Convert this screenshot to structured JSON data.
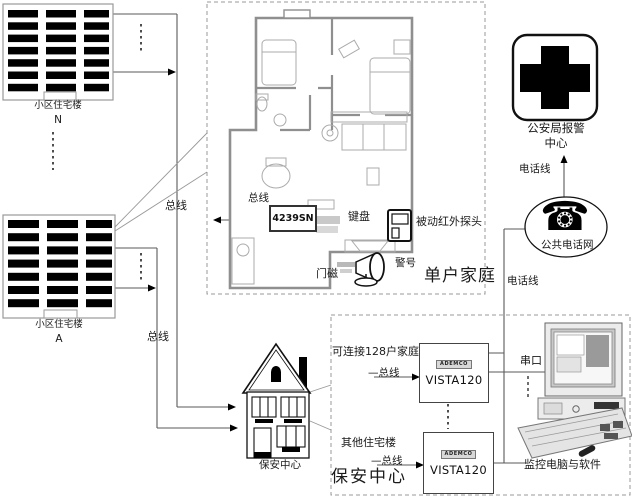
{
  "buildings": {
    "n": {
      "label": "小区住宅楼",
      "name": "N"
    },
    "a": {
      "label": "小区住宅楼",
      "name": "A"
    }
  },
  "bus": {
    "trunk_upper": "总线",
    "trunk_lower": "总线",
    "apartment": "总线",
    "vista1": "—总线",
    "vista2": "—总线"
  },
  "apartment": {
    "caption": "单户家庭",
    "panel": "4239SN",
    "keypad": "键盘",
    "pir": "被动红外探头",
    "door_contact": "门磁",
    "siren": "警号"
  },
  "police": {
    "title_line1": "公安局报警",
    "title_line2": "中心",
    "phone_line": "电话线"
  },
  "pstn": {
    "label": "公共电话网",
    "phone_line": "电话线",
    "phone_glyph": "☎"
  },
  "security": {
    "caption": "保安中心",
    "house_label": "保安中心",
    "capacity": "可连接128户家庭",
    "other_buildings": "其他住宅楼",
    "serial_port": "串口",
    "computer": "监控电脑与软件",
    "panel1": {
      "brand": "ADEMCO",
      "model": "VISTA120"
    },
    "panel2": {
      "brand": "ADEMCO",
      "model": "VISTA120"
    }
  }
}
